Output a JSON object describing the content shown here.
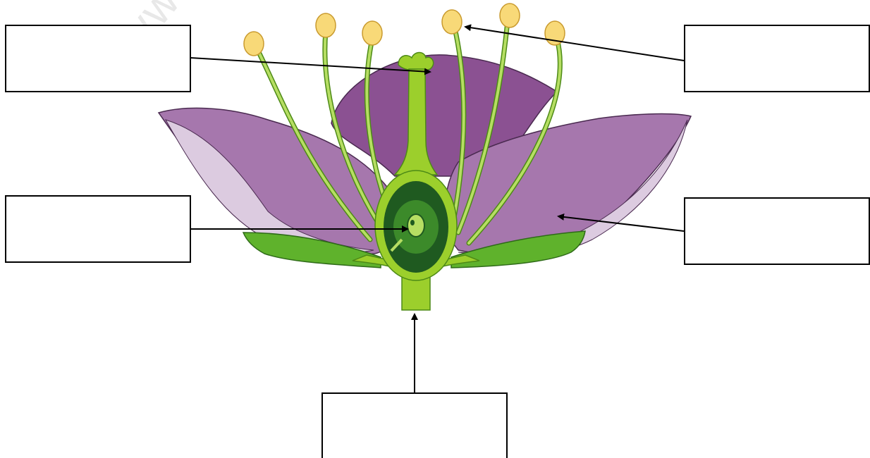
{
  "diagram": {
    "watermark": "www.Y",
    "labels": [
      {
        "id": "stigma-box",
        "text": ""
      },
      {
        "id": "anther-box",
        "text": ""
      },
      {
        "id": "ovule-box",
        "text": ""
      },
      {
        "id": "petal-box",
        "text": ""
      },
      {
        "id": "receptacle-box",
        "text": ""
      }
    ]
  },
  "colors": {
    "petal_dark": "#8b5192",
    "petal_mid": "#a677ad",
    "petal_light": "#dccbe0",
    "stem_green": "#9ccf2c",
    "ovary_dark": "#1f5a20",
    "ovary_mid": "#3c8a2a",
    "anther_yellow": "#f8d978",
    "outline": "#4a2a50"
  }
}
